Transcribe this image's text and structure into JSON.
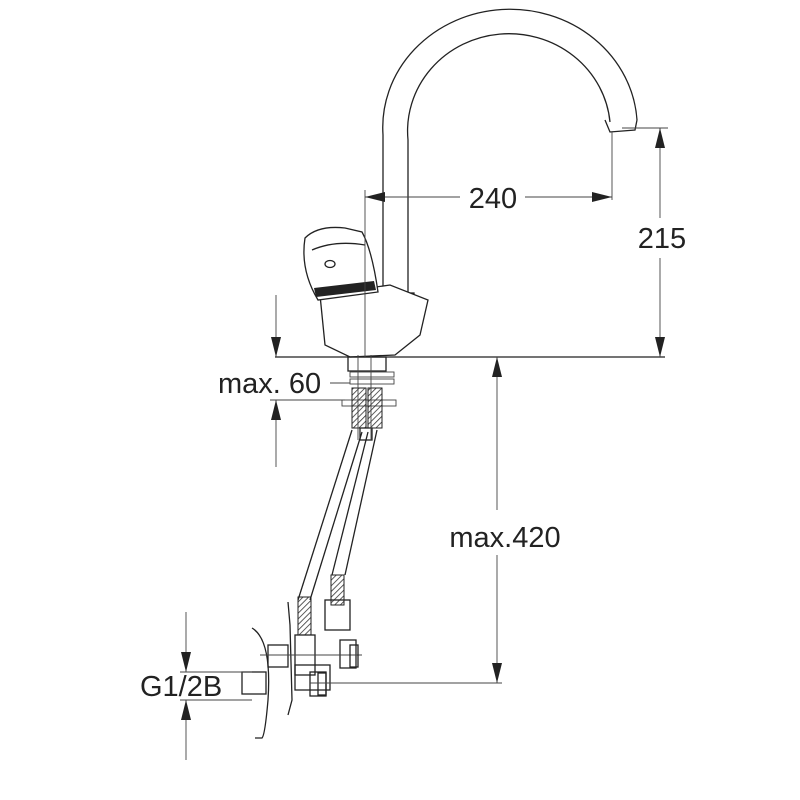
{
  "dimensions": {
    "spout_reach": "240",
    "spout_height": "215",
    "deck_thickness": "max. 60",
    "hose_length": "max.420",
    "connection_thread": "G1/2B"
  }
}
